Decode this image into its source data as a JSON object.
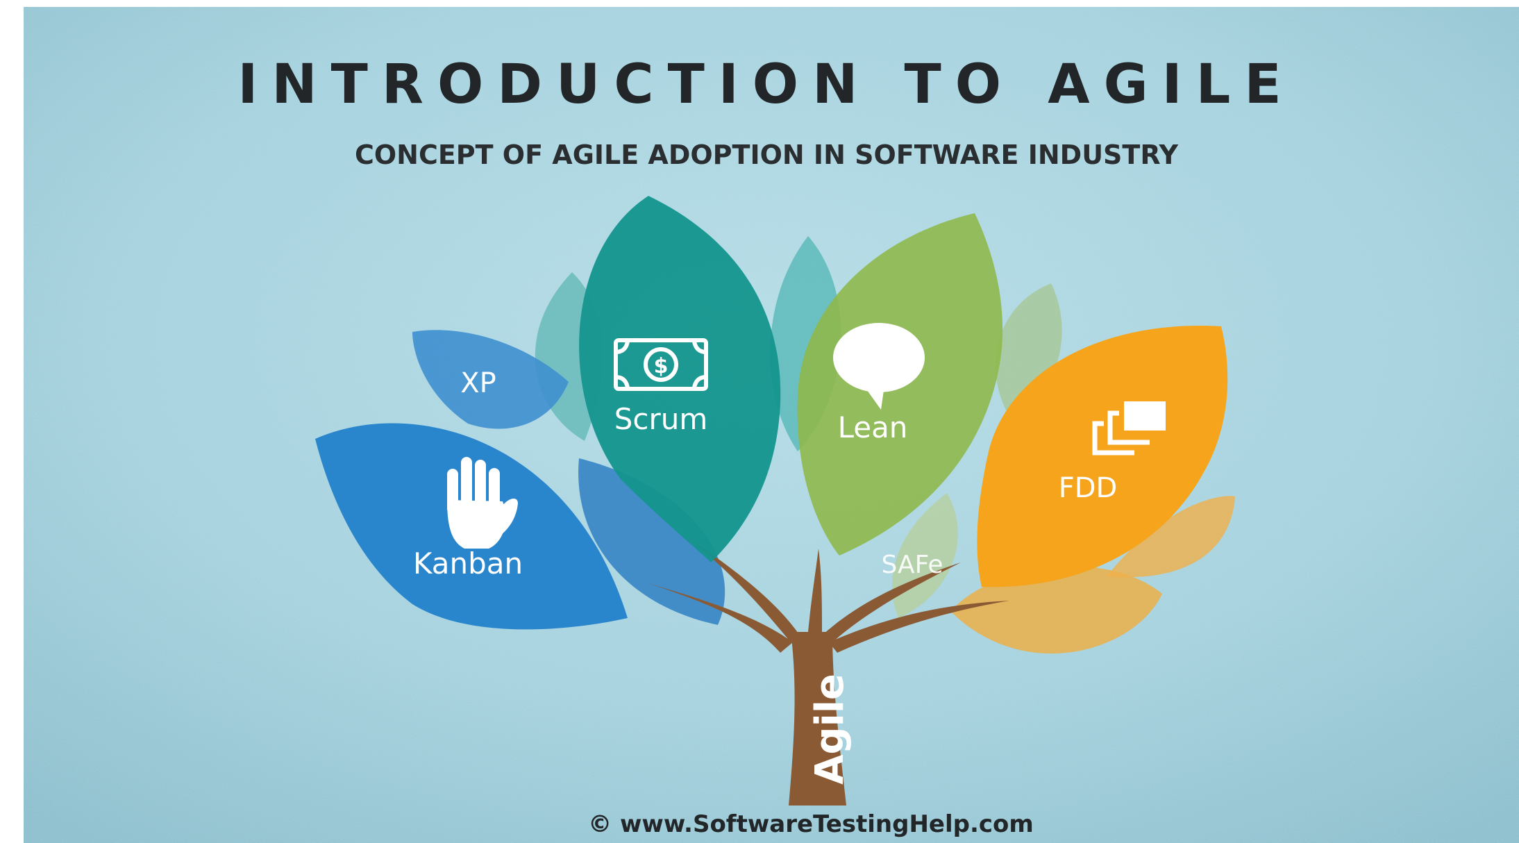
{
  "title": "INTRODUCTION TO AGILE",
  "subtitle": "CONCEPT OF AGILE ADOPTION IN SOFTWARE INDUSTRY",
  "trunk_label": "Agile",
  "leaves": {
    "xp": "XP",
    "scrum": "Scrum",
    "lean": "Lean",
    "kanban": "Kanban",
    "fdd": "FDD",
    "safe": "SAFe"
  },
  "credit": "© www.SoftwareTestingHelp.com",
  "colors": {
    "background": "#9ccbd8",
    "kanban": "#2a86cc",
    "xp": "#3f8fcf",
    "scrum": "#13958c",
    "lean": "#8fb84d",
    "fdd": "#f4a11c",
    "trunk": "#8a5a34"
  },
  "icons": {
    "scrum": "money-bill-icon",
    "lean": "speech-bubble-icon",
    "kanban": "raised-hand-icon",
    "fdd": "stacked-layers-icon"
  }
}
